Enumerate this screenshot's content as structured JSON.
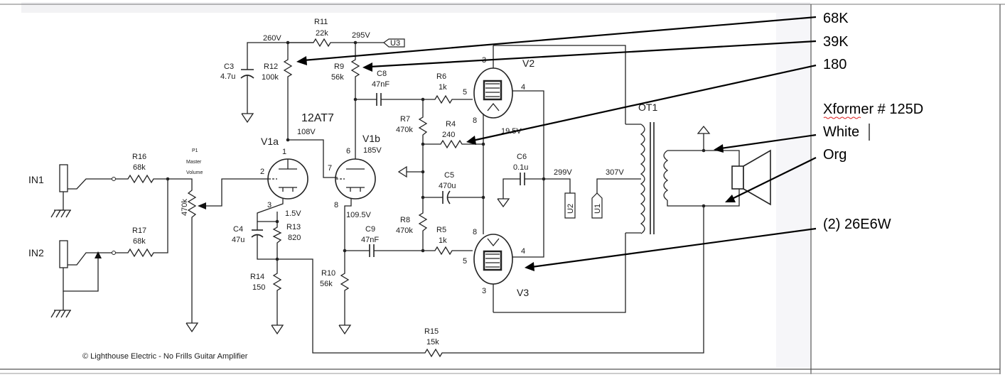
{
  "schematic": {
    "copyright": "© Lighthouse Electric - No Frills Guitar Amplifier",
    "inputs": {
      "in1": "IN1",
      "in2": "IN2"
    },
    "resistors": {
      "r16": {
        "ref": "R16",
        "val": "68k"
      },
      "r17": {
        "ref": "R17",
        "val": "68k"
      },
      "r11": {
        "ref": "R11",
        "val": "22k"
      },
      "r12": {
        "ref": "R12",
        "val": "100k"
      },
      "r9": {
        "ref": "R9",
        "val": "56k"
      },
      "r13": {
        "ref": "R13",
        "val": "820"
      },
      "r14": {
        "ref": "R14",
        "val": "150"
      },
      "r10": {
        "ref": "R10",
        "val": "56k"
      },
      "r7": {
        "ref": "R7",
        "val": "470k"
      },
      "r8": {
        "ref": "R8",
        "val": "470k"
      },
      "r4": {
        "ref": "R4",
        "val": "240"
      },
      "r6": {
        "ref": "R6",
        "val": "1k"
      },
      "r5": {
        "ref": "R5",
        "val": "1k"
      },
      "r15": {
        "ref": "R15",
        "val": "15k"
      }
    },
    "capacitors": {
      "c3": {
        "ref": "C3",
        "val": "4.7u"
      },
      "c4": {
        "ref": "C4",
        "val": "47u"
      },
      "c8": {
        "ref": "C8",
        "val": "47nF"
      },
      "c9": {
        "ref": "C9",
        "val": "47nF"
      },
      "c5": {
        "ref": "C5",
        "val": "470u"
      },
      "c6": {
        "ref": "C6",
        "val": "0.1u"
      }
    },
    "pot": {
      "ref": "P1",
      "line1": "Master",
      "line2": "Volume",
      "val": "470k"
    },
    "tubes": {
      "type": "12AT7",
      "v1a": "V1a",
      "v1b": "V1b",
      "v2": "V2",
      "v3": "V3"
    },
    "voltages": {
      "v260": "260V",
      "v295": "295V",
      "v108": "108V",
      "v185": "185V",
      "v1_5": "1.5V",
      "v109_5": "109.5V",
      "v19_5": "19.5V",
      "v299": "299V",
      "v307": "307V"
    },
    "pins": {
      "p1": "1",
      "p2": "2",
      "p3": "3",
      "p6": "6",
      "p7": "7",
      "p8": "8",
      "v2p3": "3",
      "v2p5": "5",
      "v2p4": "4",
      "v2p8": "8",
      "v3p8": "8",
      "v3p4": "4",
      "v3p5": "5",
      "v3p3": "3"
    },
    "connectors": {
      "u3": "U3",
      "u2": "U2",
      "u1": "U1"
    },
    "transformer": "OT1"
  },
  "annotations": {
    "a68k": "68K",
    "a39k": "39K",
    "a180": "180",
    "xformer": "Xformer # 125D",
    "white": "White",
    "org": "Org",
    "tubes": "(2) 26E6W"
  }
}
